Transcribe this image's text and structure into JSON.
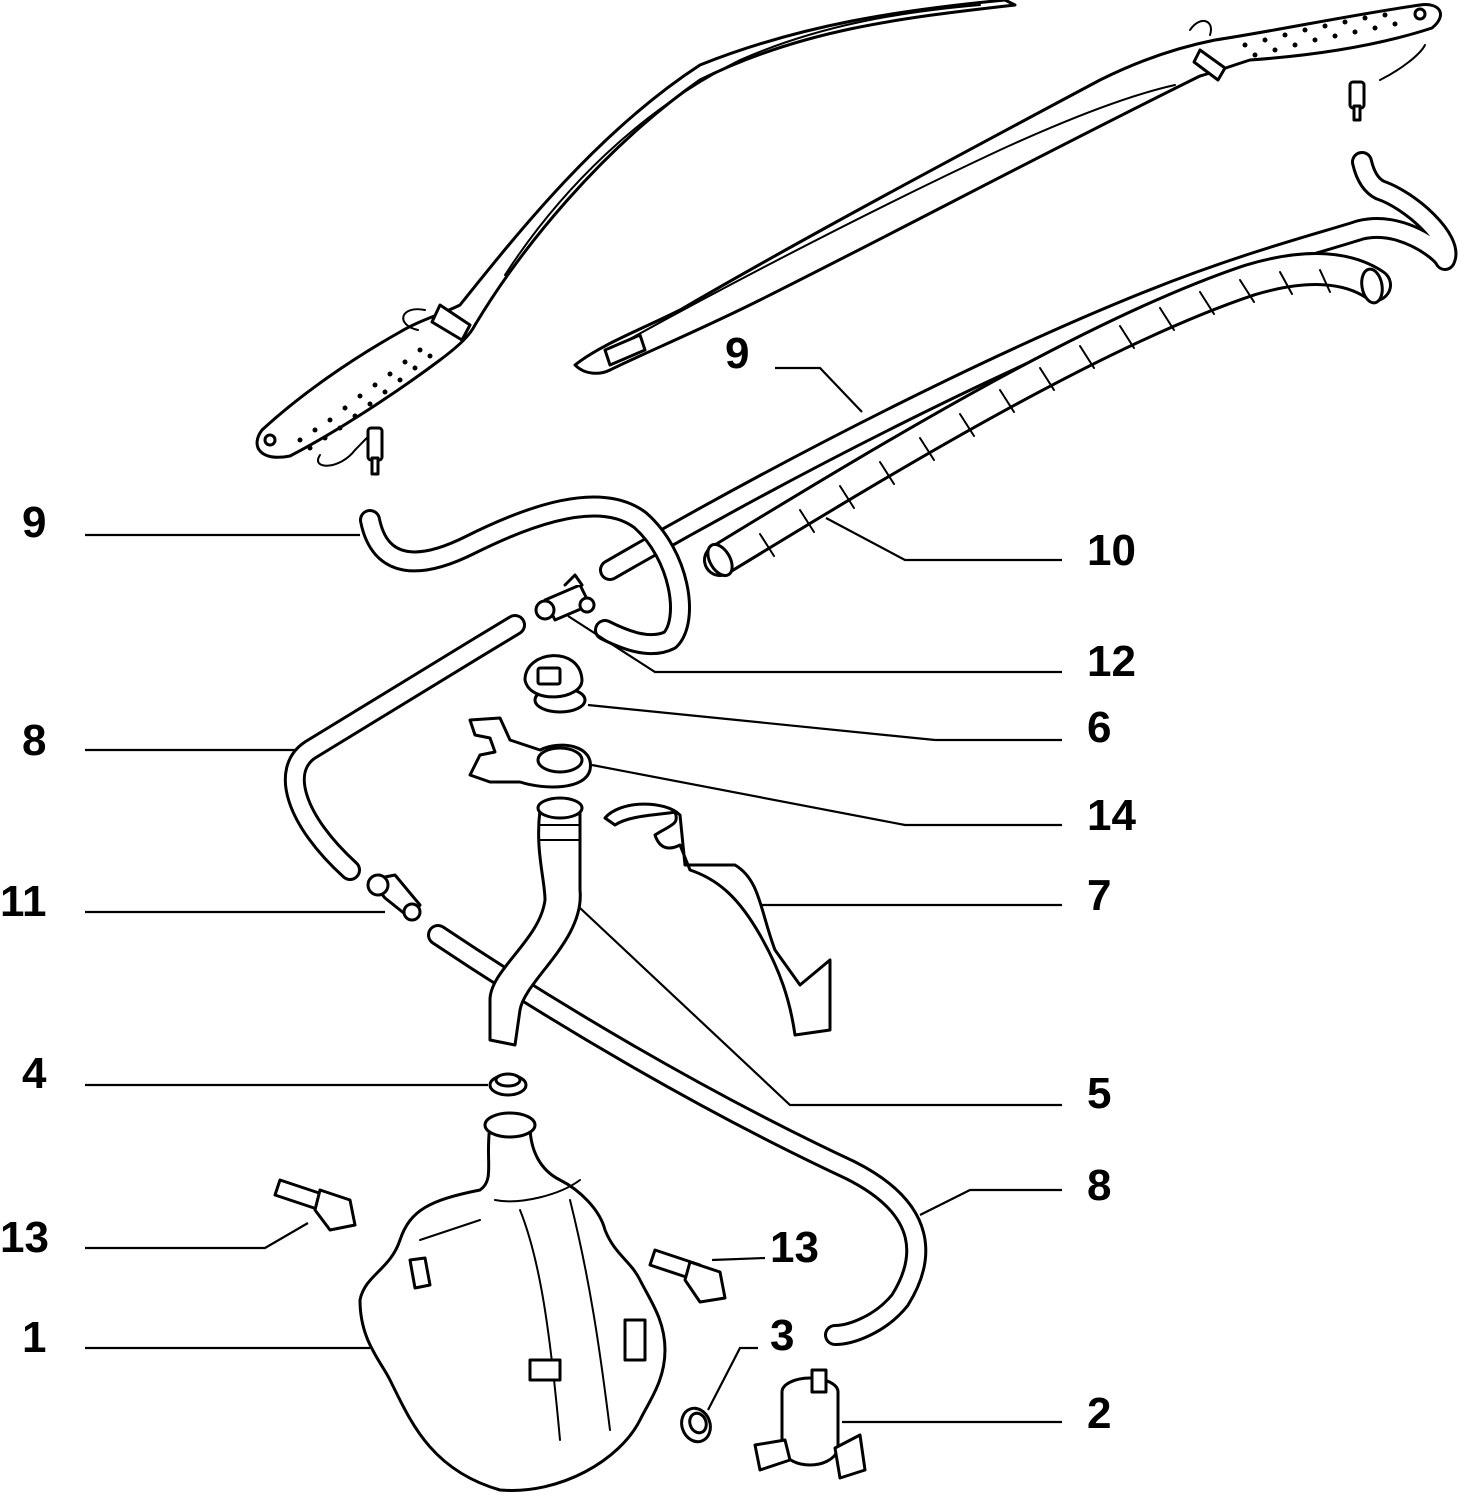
{
  "callouts": {
    "c9_upper": "9",
    "c9_left": "9",
    "c10": "10",
    "c12": "12",
    "c8_left": "8",
    "c6": "6",
    "c14": "14",
    "c11": "11",
    "c7": "7",
    "c4": "4",
    "c5": "5",
    "c8_right": "8",
    "c13_left": "13",
    "c13_right": "13",
    "c1": "1",
    "c3": "3",
    "c2": "2"
  },
  "colors": {
    "line": "#000000",
    "background": "#ffffff"
  }
}
